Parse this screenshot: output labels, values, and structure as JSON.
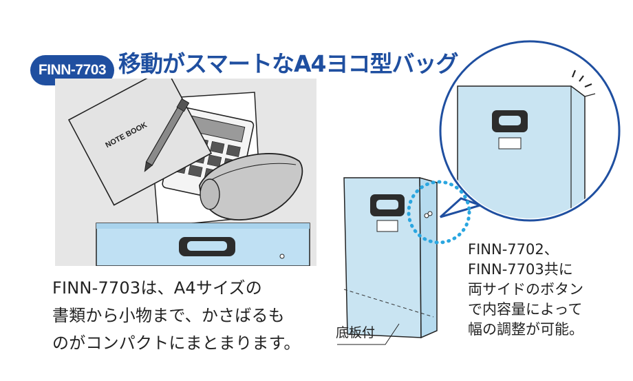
{
  "badge": {
    "label": "FINN-7703"
  },
  "headline": "移動がスマートなA4ヨコ型バッグ",
  "illustration": {
    "notebook_label": "NOTE BOOK"
  },
  "description": {
    "lines": [
      "FINN-7703は、A4サイズの",
      "書類から小物まで、かさばるも",
      "のがコンパクトにまとまります。"
    ]
  },
  "side_note": {
    "lines": [
      "FINN-7702、",
      "FINN-7703共に",
      "両サイドのボタン",
      "で内容量によって",
      "幅の調整が可能。"
    ]
  },
  "bottom_plate_label": "底板付",
  "colors": {
    "brand_blue": "#1f4fa0",
    "bag_blue": "#c9e4f2",
    "dot_blue": "#2aa6e0"
  }
}
